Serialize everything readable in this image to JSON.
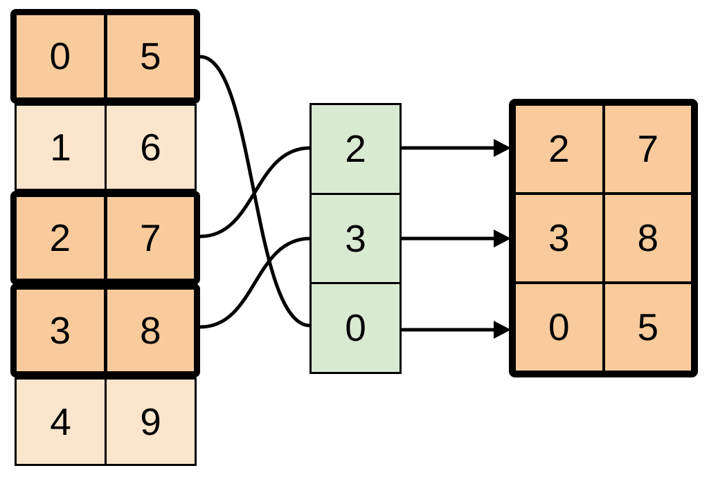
{
  "diagram": {
    "description": "gather-by-index diagram",
    "source_table": {
      "rows": [
        {
          "cells": [
            "0",
            "5"
          ],
          "highlighted": true
        },
        {
          "cells": [
            "1",
            "6"
          ],
          "highlighted": false
        },
        {
          "cells": [
            "2",
            "7"
          ],
          "highlighted": true
        },
        {
          "cells": [
            "3",
            "8"
          ],
          "highlighted": true
        },
        {
          "cells": [
            "4",
            "9"
          ],
          "highlighted": false
        }
      ]
    },
    "index_column": {
      "cells": [
        "2",
        "3",
        "0"
      ]
    },
    "result_table": {
      "rows": [
        {
          "cells": [
            "2",
            "7"
          ]
        },
        {
          "cells": [
            "3",
            "8"
          ]
        },
        {
          "cells": [
            "0",
            "5"
          ]
        }
      ]
    },
    "mappings": [
      {
        "from_source_row": 0,
        "to_index_cell": 2
      },
      {
        "from_source_row": 2,
        "to_index_cell": 0
      },
      {
        "from_source_row": 3,
        "to_index_cell": 1
      }
    ],
    "colors": {
      "highlight_fill": "#f9cb9c",
      "plain_fill": "#fce5cd",
      "index_fill": "#d9ead3",
      "line": "#000000"
    }
  }
}
